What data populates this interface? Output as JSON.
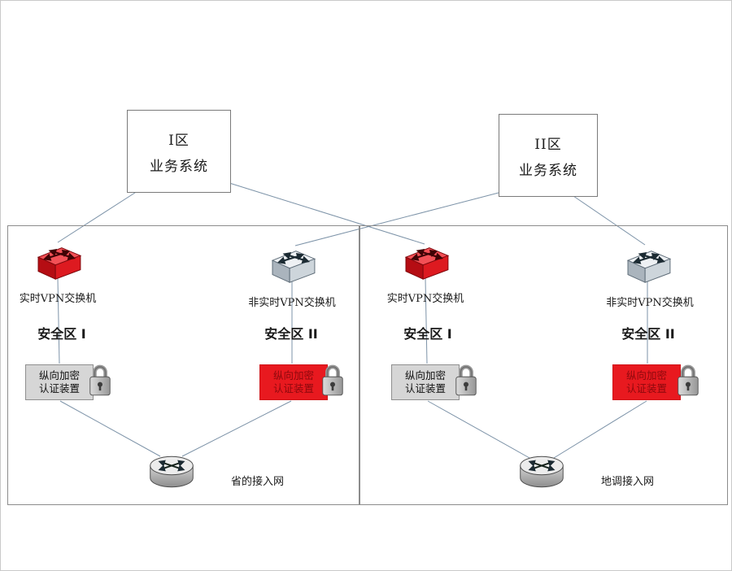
{
  "zone_boxes": {
    "zone1": {
      "line1": "I区",
      "line2": "业务系统"
    },
    "zone2": {
      "line1": "II区",
      "line2": "业务系统"
    }
  },
  "panels": [
    {
      "name": "provincial",
      "realtime_switch": "实时VPN交换机",
      "nonrealtime_switch": "非实时VPN交换机",
      "zone1_label": "安全区 I",
      "zone2_label": "安全区 II",
      "encryptor1": {
        "line1": "纵向加密",
        "line2": "认证装置"
      },
      "encryptor2": {
        "line1": "纵向加密",
        "line2": "认证装置"
      },
      "network": "省的接入网"
    },
    {
      "name": "district",
      "realtime_switch": "实时VPN交换机",
      "nonrealtime_switch": "非实时VPN交换机",
      "zone1_label": "安全区 I",
      "zone2_label": "安全区 II",
      "encryptor1": {
        "line1": "纵向加密",
        "line2": "认证装置"
      },
      "encryptor2": {
        "line1": "纵向加密",
        "line2": "认证装置"
      },
      "network": "地调接入网"
    }
  ],
  "icons": {
    "realtime_switch": "red-3d-vpn-switch-icon",
    "nonrealtime_switch": "gray-3d-vpn-switch-icon",
    "encryptor_lock": "padlock-icon",
    "access_router": "router-cylinder-icon"
  },
  "colors": {
    "red_accent": "#e8191f",
    "red_dark": "#7d070c",
    "red_box_text": "#8c090d",
    "gray_box_bg": "#d6d6d6",
    "panel_border": "#8c8c8c",
    "connection_line": "#7d93a8",
    "text": "#1a1a1a"
  }
}
